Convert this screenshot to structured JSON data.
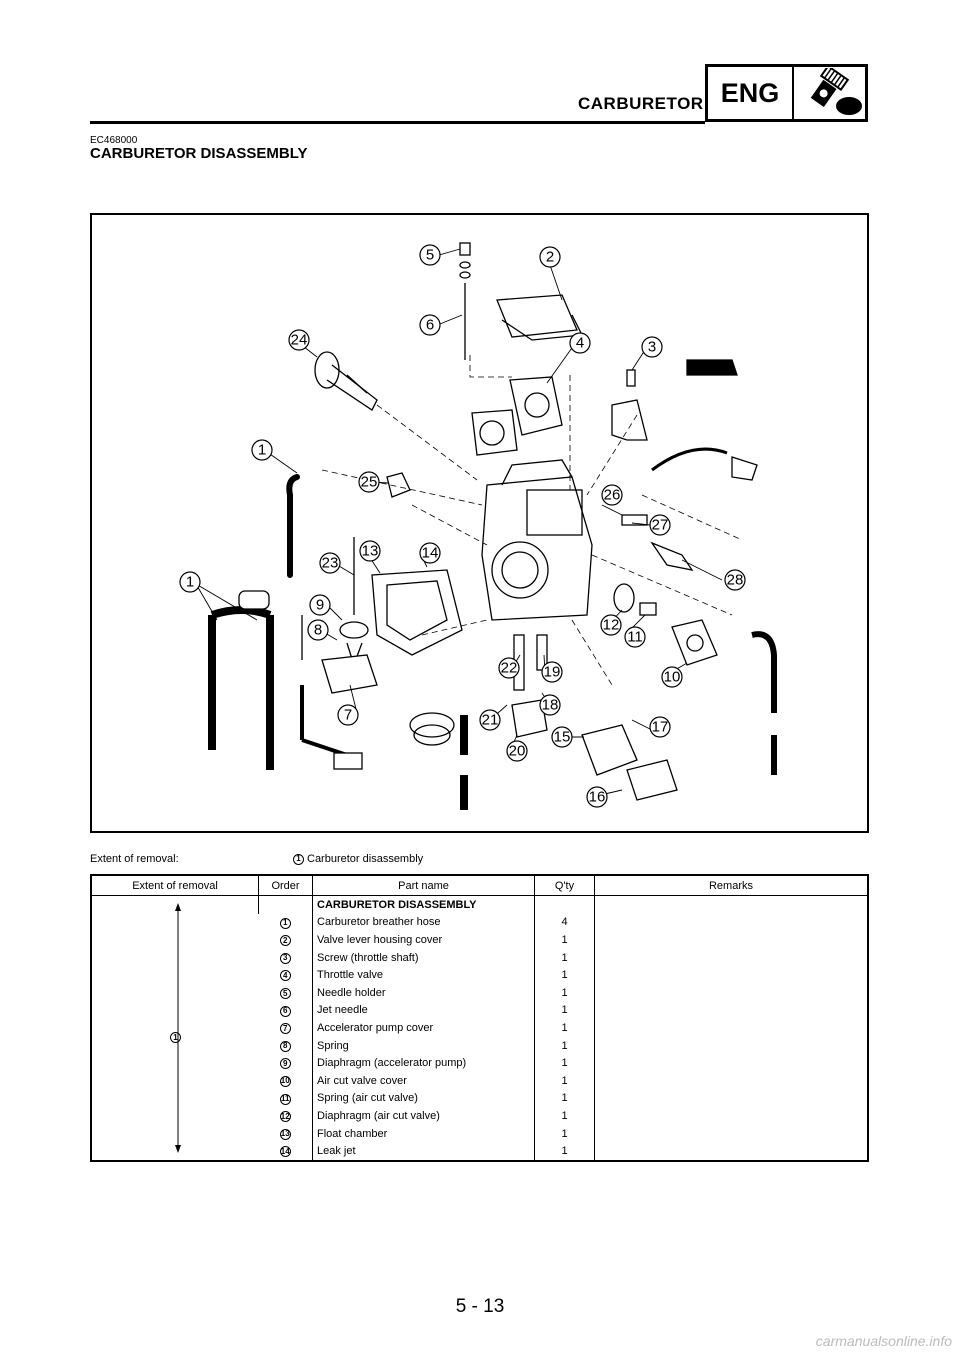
{
  "header": {
    "section": "CARBURETOR",
    "badge": "ENG",
    "badge_icon": "engine-piston-icon",
    "code": "EC468000",
    "title": "CARBURETOR DISASSEMBLY"
  },
  "diagram": {
    "callouts": [
      "1",
      "2",
      "3",
      "4",
      "5",
      "6",
      "7",
      "8",
      "9",
      "10",
      "11",
      "12",
      "13",
      "14",
      "15",
      "16",
      "17",
      "18",
      "19",
      "20",
      "21",
      "22",
      "23",
      "24",
      "25",
      "26",
      "27",
      "28"
    ]
  },
  "extent": {
    "label": "Extent of removal:",
    "number": "1",
    "text": "Carburetor disassembly"
  },
  "table": {
    "headers": {
      "extent": "Extent of removal",
      "order": "Order",
      "part": "Part name",
      "qty": "Q'ty",
      "remarks": "Remarks"
    },
    "section_title": "CARBURETOR DISASSEMBLY",
    "extent_number": "1",
    "rows": [
      {
        "order": "1",
        "part": "Carburetor breather hose",
        "qty": "4",
        "remarks": ""
      },
      {
        "order": "2",
        "part": "Valve lever housing cover",
        "qty": "1",
        "remarks": ""
      },
      {
        "order": "3",
        "part": "Screw (throttle shaft)",
        "qty": "1",
        "remarks": ""
      },
      {
        "order": "4",
        "part": "Throttle valve",
        "qty": "1",
        "remarks": ""
      },
      {
        "order": "5",
        "part": "Needle holder",
        "qty": "1",
        "remarks": ""
      },
      {
        "order": "6",
        "part": "Jet needle",
        "qty": "1",
        "remarks": ""
      },
      {
        "order": "7",
        "part": "Accelerator pump cover",
        "qty": "1",
        "remarks": ""
      },
      {
        "order": "8",
        "part": "Spring",
        "qty": "1",
        "remarks": ""
      },
      {
        "order": "9",
        "part": "Diaphragm (accelerator pump)",
        "qty": "1",
        "remarks": ""
      },
      {
        "order": "10",
        "part": "Air cut valve cover",
        "qty": "1",
        "remarks": ""
      },
      {
        "order": "11",
        "part": "Spring (air cut valve)",
        "qty": "1",
        "remarks": ""
      },
      {
        "order": "12",
        "part": "Diaphragm (air cut valve)",
        "qty": "1",
        "remarks": ""
      },
      {
        "order": "13",
        "part": "Float chamber",
        "qty": "1",
        "remarks": ""
      },
      {
        "order": "14",
        "part": "Leak jet",
        "qty": "1",
        "remarks": ""
      }
    ]
  },
  "footer": {
    "page": "5 - 13",
    "watermark": "carmanualsonline.info"
  }
}
